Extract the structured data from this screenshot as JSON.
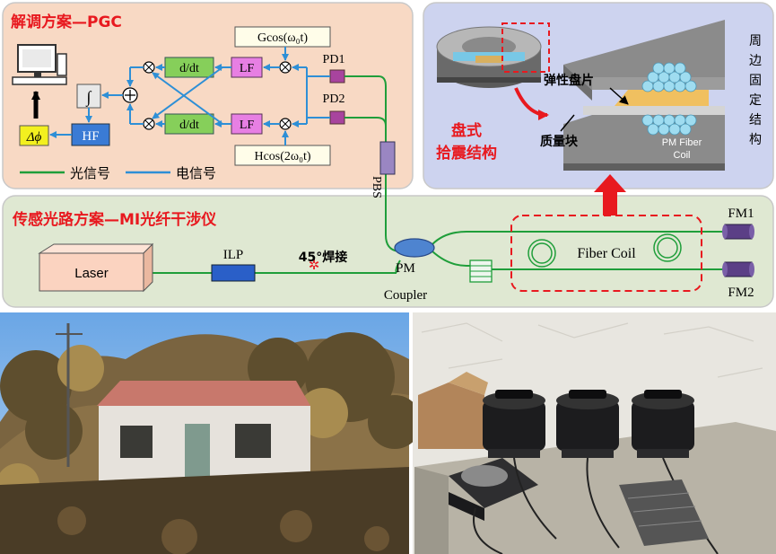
{
  "pgc_panel": {
    "title": "解调方案—PGC",
    "blocks": {
      "d_dt_top": "d/dt",
      "d_dt_bottom": "d/dt",
      "lf_top": "LF",
      "lf_bottom": "LF",
      "hf": "HF",
      "integrator": "∫",
      "delta_phi": "Δϕ"
    },
    "ref_top": "Gcos(ω₀t)",
    "ref_bottom": "Hcos(2ω₀t)",
    "pd1": "PD1",
    "pd2": "PD2",
    "legend": {
      "optical": "光信号",
      "electrical": "电信号"
    },
    "colors": {
      "panel": "#f8d9c4",
      "optical": "#1f9e3a",
      "electrical": "#2e8fd6",
      "green_block": "#86cf5a",
      "lf_block": "#e77fe3",
      "hf_block": "#3a7bd5",
      "delta_block": "#f3f01f"
    }
  },
  "structure_panel": {
    "title_line1": "盘式",
    "title_line2": "拾震结构",
    "elastic_plate": "弹性盘片",
    "mass_block": "质量块",
    "fixed_structure": [
      "周",
      "边",
      "固",
      "定",
      "结",
      "构"
    ],
    "coil_label_line1": "PM Fiber",
    "coil_label_line2": "Coil",
    "colors": {
      "panel": "#cdd3ef",
      "accent": "#e8191f"
    }
  },
  "sensing_panel": {
    "title": "传感光路方案—MI光纤干涉仪",
    "laser": "Laser",
    "ilp": "ILP",
    "splice": "45°焊接",
    "pbs": "PBS",
    "coupler_line1": "PM",
    "coupler_line2": "Coupler",
    "fiber_coil": "Fiber Coil",
    "fm1": "FM1",
    "fm2": "FM2",
    "colors": {
      "panel": "#dfe8d2",
      "laser": "#fbd3c0",
      "ilp": "#2a5fc8",
      "fm": "#5b3f86"
    }
  },
  "photos": {
    "left_scene": "field-station-house-photo",
    "right_scene": "seismometer-devices-photo"
  }
}
